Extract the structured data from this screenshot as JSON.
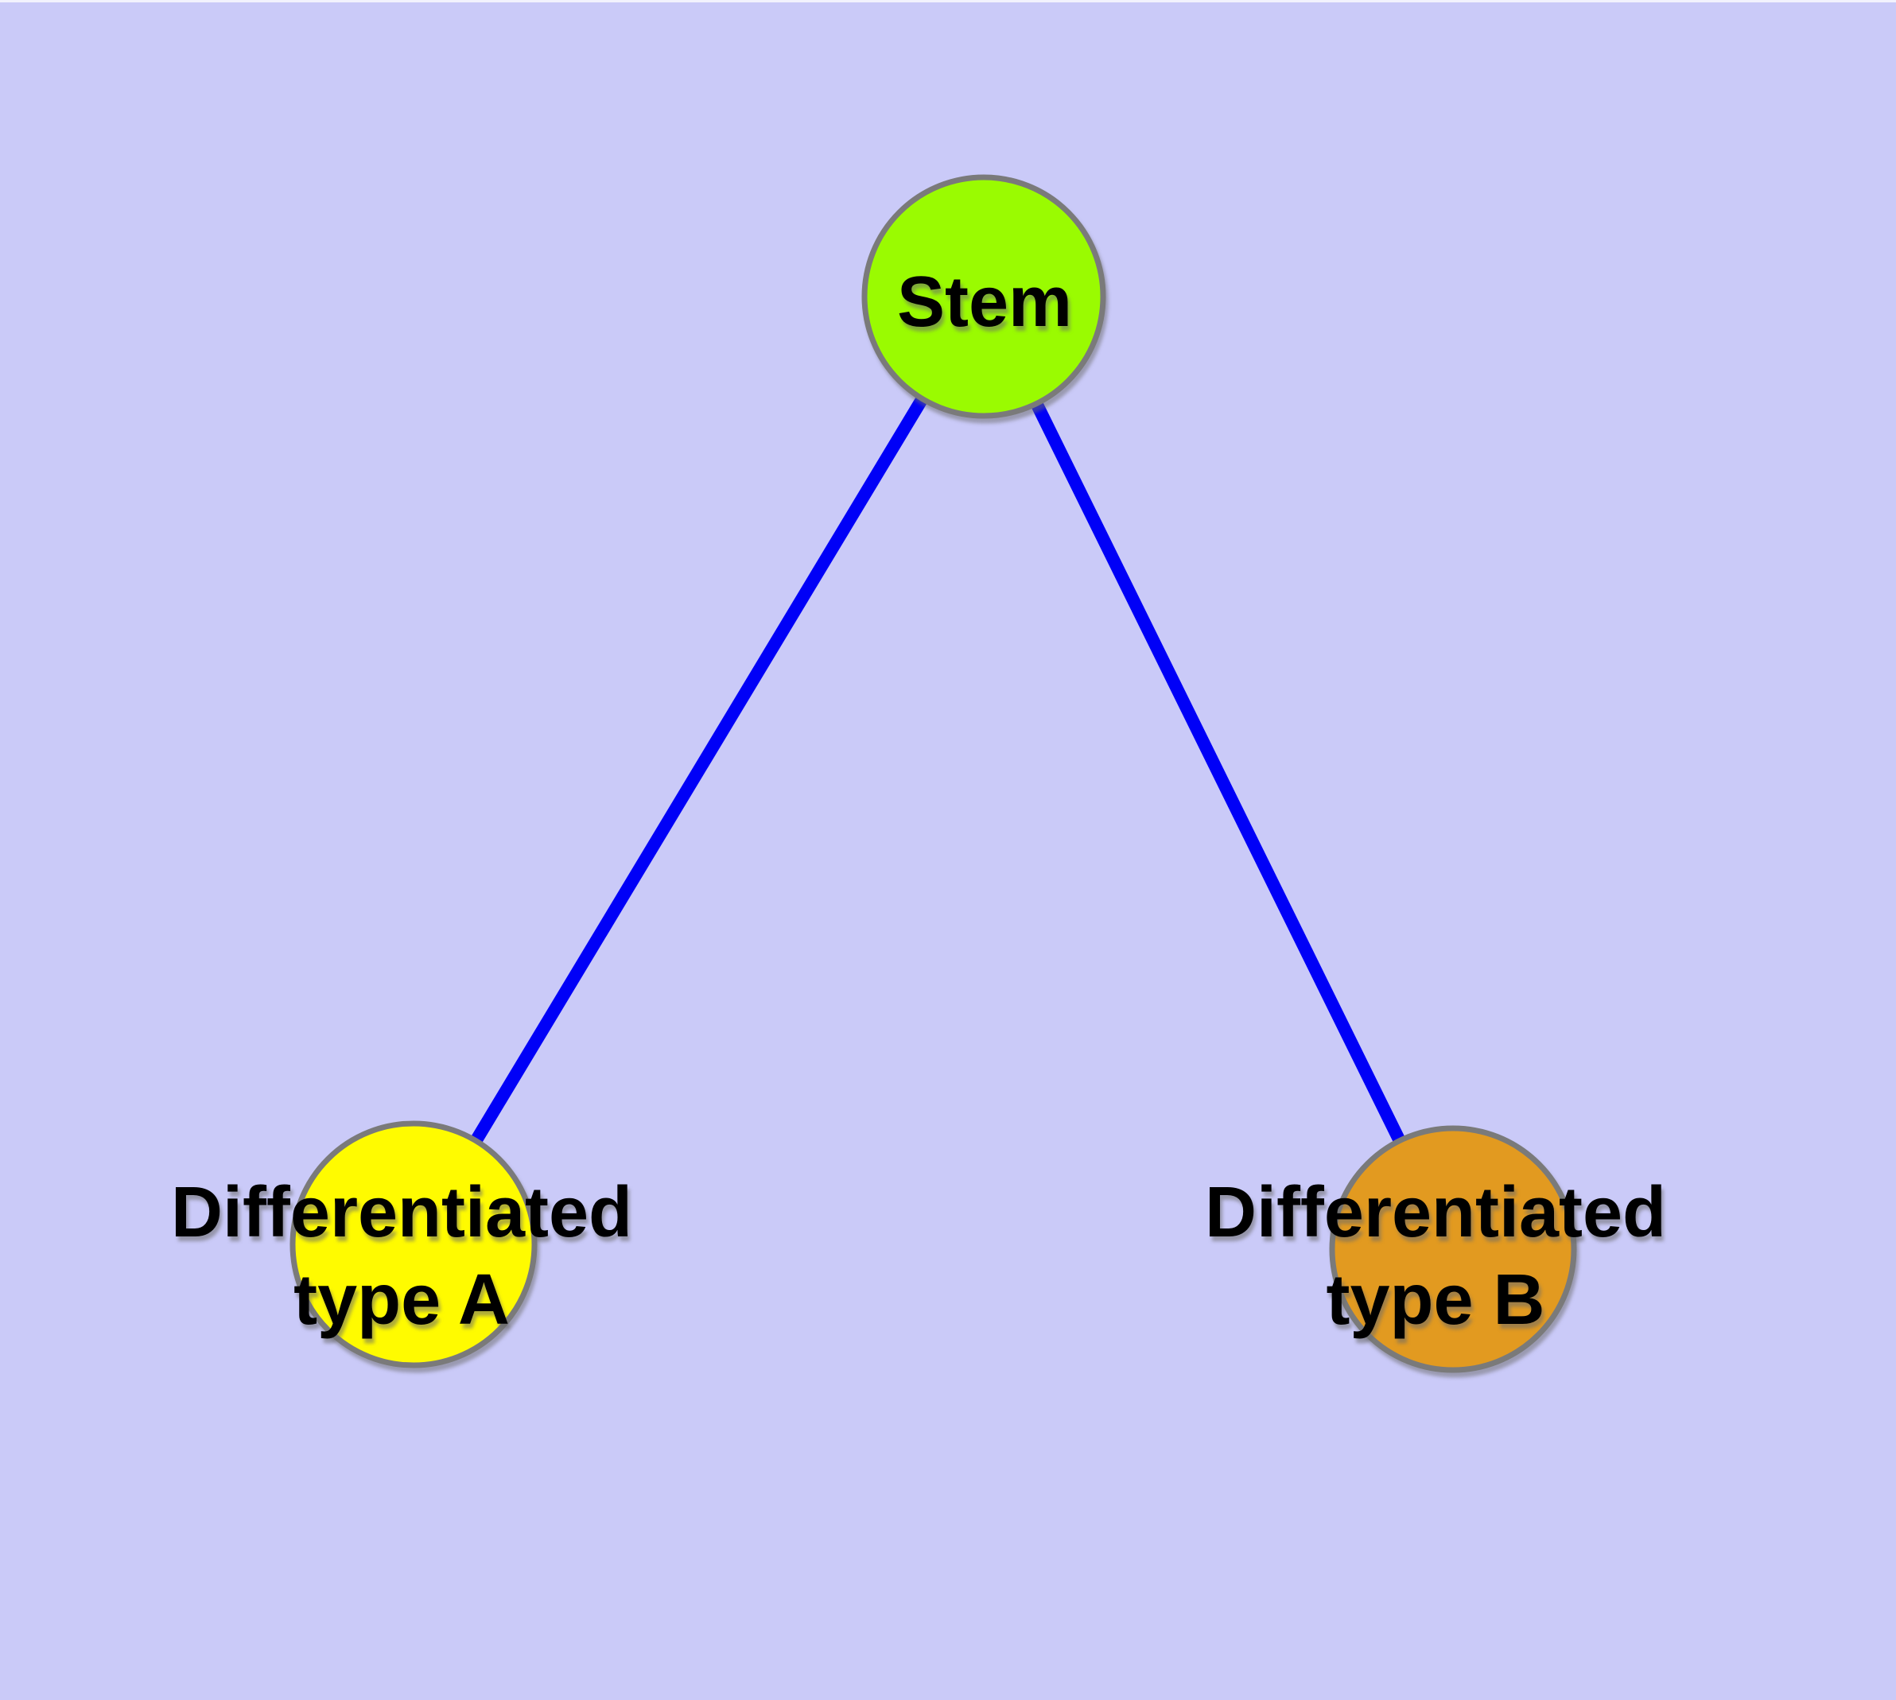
{
  "figure": {
    "type": "node-link-diagram",
    "background_color": "#CACAF8"
  },
  "nodes": {
    "stem": {
      "label": "Stem",
      "fill": "#9AFB01",
      "border": "#7A7A7A"
    },
    "type_a": {
      "label_line1": "Differentiated",
      "label_line2": "type A",
      "fill": "#FFFB00",
      "border": "#7A7A7A"
    },
    "type_b": {
      "label_line1": "Differentiated",
      "label_line2": "type B",
      "fill": "#E29A20",
      "border": "#7A7A7A"
    }
  },
  "edges": {
    "color": "#0000F7",
    "connections": [
      {
        "from": "Stem",
        "to": "Differentiated type A"
      },
      {
        "from": "Stem",
        "to": "Differentiated type B"
      }
    ]
  }
}
